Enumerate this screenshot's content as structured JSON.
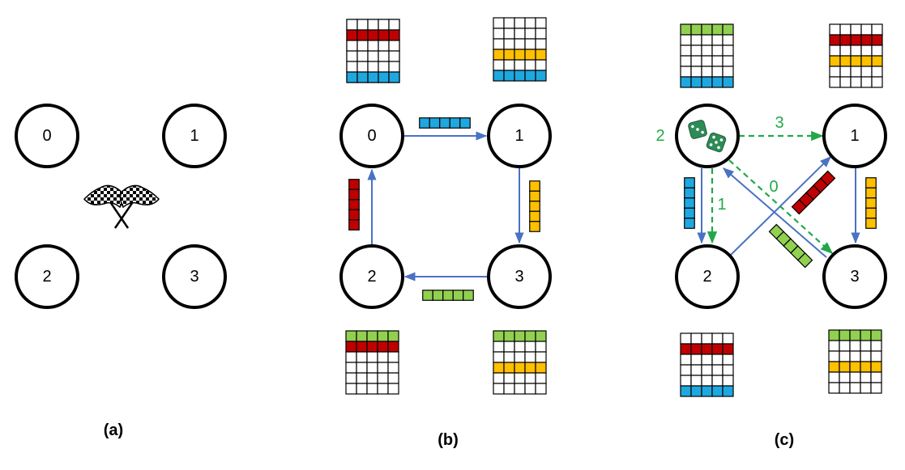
{
  "panels": [
    {
      "id": "a",
      "label": "(a)"
    },
    {
      "id": "b",
      "label": "(b)"
    },
    {
      "id": "c",
      "label": "(c)"
    }
  ],
  "nodes": [
    "0",
    "1",
    "2",
    "3"
  ],
  "panel_c_edge_labels": {
    "to_node1": "3",
    "to_node2": "1",
    "to_node3": "0",
    "self": "2"
  },
  "colors": {
    "red": "#c00000",
    "blue": "#1fa8e0",
    "yellow": "#ffc000",
    "green": "#92d050",
    "edge_blue": "#4a72c4",
    "edge_green": "#22a84a"
  },
  "icons": {
    "panel_a": "checkered-flags-icon",
    "panel_c": "dice-icon"
  }
}
